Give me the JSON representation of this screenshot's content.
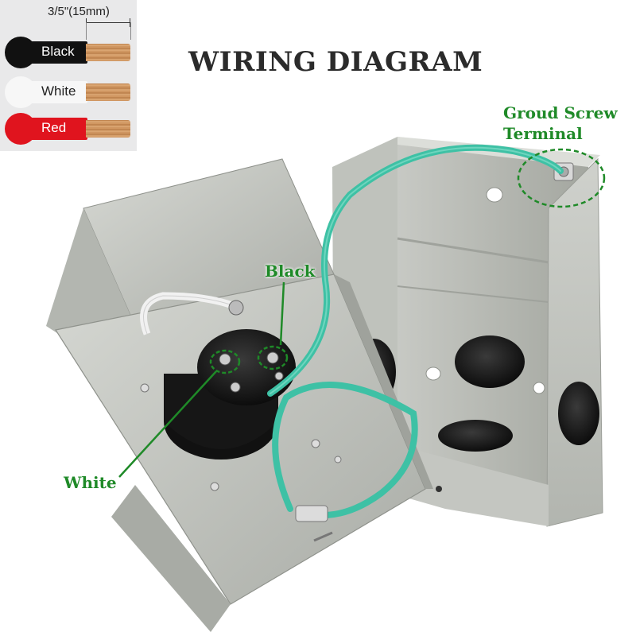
{
  "title": "WIRING DIAGRAM",
  "legend": {
    "measure": "3/5\"(15mm)",
    "wires": [
      {
        "label": "Black",
        "jacket_color": "#111111",
        "text_color": "#ffffff"
      },
      {
        "label": "White",
        "jacket_color": "#f7f7f7",
        "text_color": "#222222"
      },
      {
        "label": "Red",
        "jacket_color": "#e0141e",
        "text_color": "#ffffff"
      }
    ]
  },
  "callouts": {
    "black": "Black",
    "white": "White",
    "ground_line1": "Groud Screw",
    "ground_line2": "Terminal"
  },
  "colors": {
    "callout": "#1f8a28",
    "box_metal": "#b9bcb6",
    "ground_wire": "#3ec1a5"
  }
}
